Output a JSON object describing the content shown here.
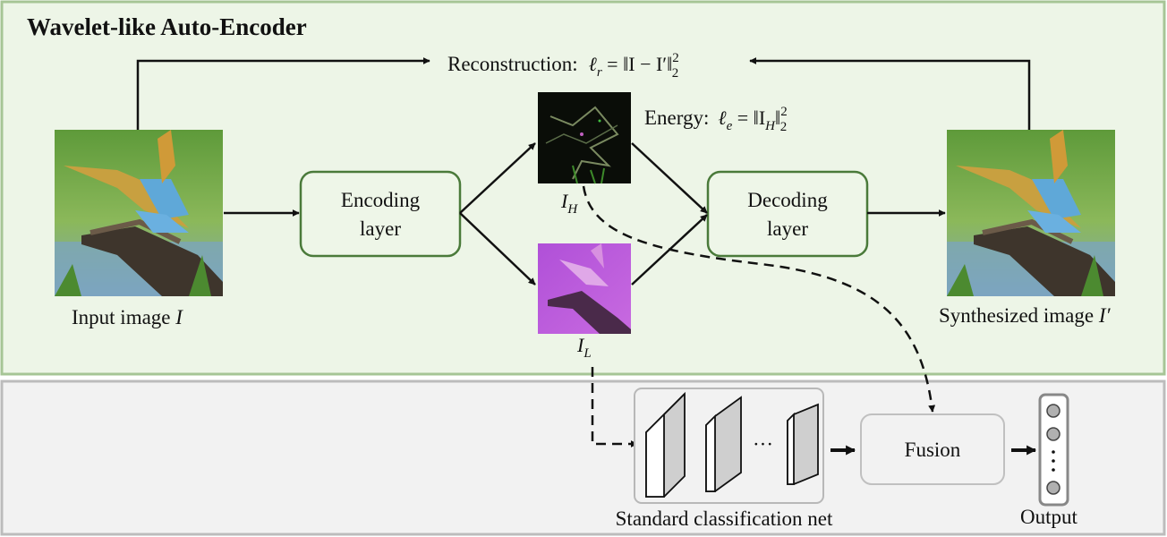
{
  "title": "Wavelet-like Auto-Encoder",
  "reconstruction": {
    "label": "Reconstruction:",
    "formula_lhs": "ℓ",
    "formula_sub": "r",
    "formula_rhs": " = ‖I − I′‖",
    "sup": "2",
    "sub2": "2"
  },
  "energy": {
    "label": "Energy:",
    "formula_lhs": "ℓ",
    "formula_sub": "e",
    "formula_mid": " = ‖I",
    "formula_mid_sub": "H",
    "formula_end": "‖",
    "sup": "2",
    "sub2": "2"
  },
  "input_image": {
    "caption_text": "Input image ",
    "caption_symbol": "I"
  },
  "synth_image": {
    "caption_text": "Synthesized image ",
    "caption_symbol": "I′"
  },
  "encoding_layer": {
    "line1": "Encoding",
    "line2": "layer"
  },
  "decoding_layer": {
    "line1": "Decoding",
    "line2": "layer"
  },
  "high_freq": {
    "symbol": "I",
    "sub": "H"
  },
  "low_freq": {
    "symbol": "I",
    "sub": "L"
  },
  "classifier": {
    "caption": "Standard classification  net",
    "ellipsis": "···"
  },
  "fusion": {
    "label": "Fusion"
  },
  "output": {
    "caption": "Output"
  },
  "colors": {
    "green_panel": "#edf5e7",
    "green_border": "#a6c596",
    "gray_panel": "#f2f2f2",
    "box_border": "#4a7a3a",
    "layer_fill": "#d0d0d0"
  }
}
